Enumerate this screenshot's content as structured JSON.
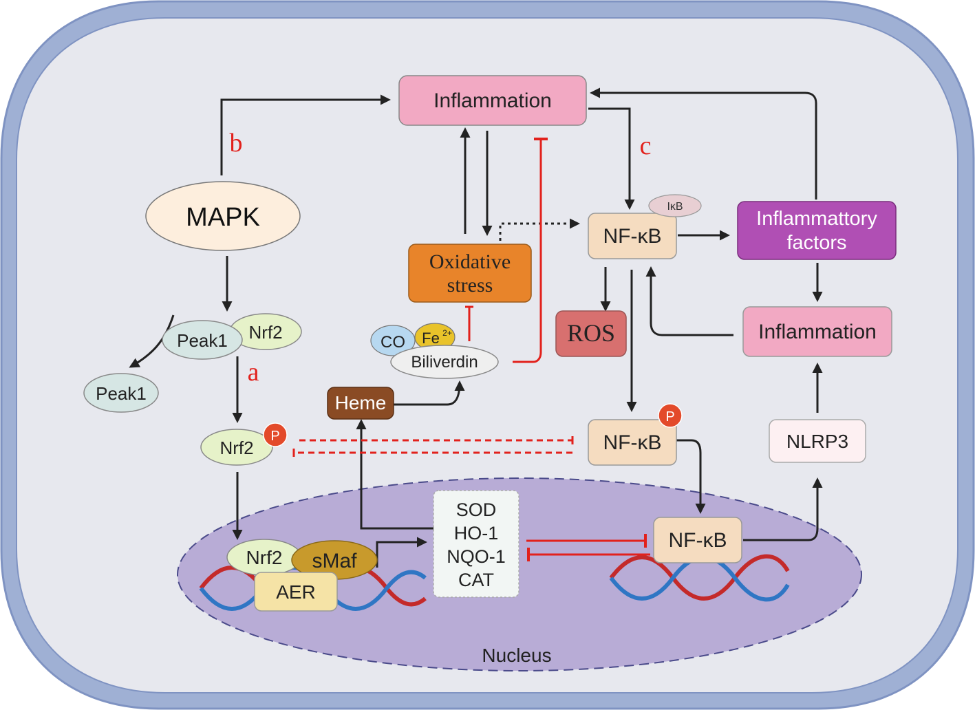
{
  "labels": {
    "inflammation_top": "Inflammation",
    "mapk": "MAPK",
    "peak1_bound": "Peak1",
    "nrf2_bound": "Nrf2",
    "peak1_free": "Peak1",
    "nrf2_p": "Nrf2",
    "p_symbol": "P",
    "oxidative_line1": "Oxidative",
    "oxidative_line2": "stress",
    "co": "CO",
    "fe": "Fe",
    "fe_charge": "2+",
    "biliverdin": "Biliverdin",
    "heme": "Heme",
    "nfkb_top": "NF-κB",
    "ikb": "IκB",
    "ros": "ROS",
    "nfkb_p": "NF-κB",
    "inflam_factors_line1": "Inflammattory",
    "inflam_factors_line2": "factors",
    "inflammation_right": "Inflammation",
    "nlrp3": "NLRP3",
    "nfkb_nucleus": "NF-κB",
    "enzymes": [
      "SOD",
      "HO-1",
      "NQO-1",
      "CAT"
    ],
    "nrf2_nucleus": "Nrf2",
    "smaf": "sMaf",
    "aer": "AER",
    "nucleus": "Nucleus",
    "pathway_a": "a",
    "pathway_b": "b",
    "pathway_c": "c"
  },
  "colors": {
    "cell_membrane": "#9fb0d4",
    "cytoplasm": "#e7e8ee",
    "nucleus": "#b8acd6",
    "inflammation": "#f2a9c3",
    "mapk": "#fdeedd",
    "nrf2": "#e6f2c9",
    "peak1": "#d6e6e4",
    "oxidative": "#e8842a",
    "heme": "#8a4b24",
    "nfkb": "#f5dcc0",
    "ros": "#d8706f",
    "inflam_factors": "#b04fb4",
    "inhibition": "#e2211c",
    "arrow": "#222222"
  }
}
